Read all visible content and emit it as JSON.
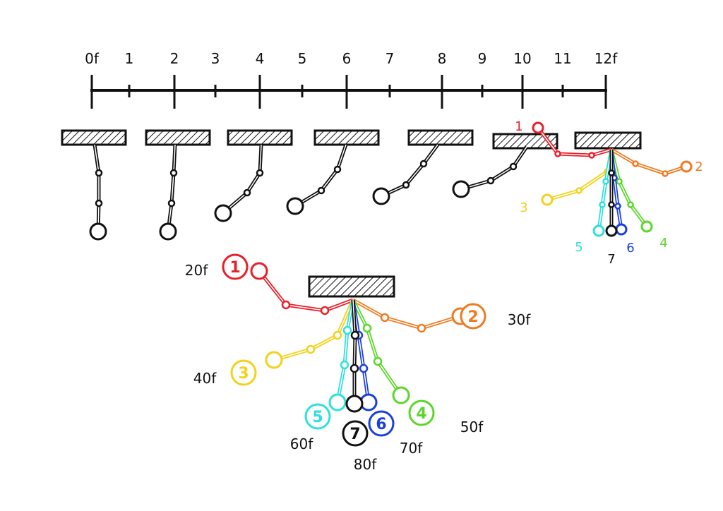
{
  "timeline": {
    "labels": [
      "0f",
      "1",
      "2",
      "3",
      "4",
      "5",
      "6",
      "7",
      "8",
      "9",
      "10",
      "11",
      "12f"
    ]
  },
  "poses": [
    {
      "number": "1",
      "frame_label": "20f",
      "color": "#e8202a"
    },
    {
      "number": "2",
      "frame_label": "30f",
      "color": "#f07a20"
    },
    {
      "number": "3",
      "frame_label": "40f",
      "color": "#f2d21a"
    },
    {
      "number": "4",
      "frame_label": "50f",
      "color": "#5cd62a"
    },
    {
      "number": "5",
      "frame_label": "60f",
      "color": "#2ee0e0"
    },
    {
      "number": "6",
      "frame_label": "70f",
      "color": "#1a3ee0"
    },
    {
      "number": "7",
      "frame_label": "80f",
      "color": "#111111"
    }
  ],
  "colors": {
    "ink": "#111111"
  }
}
